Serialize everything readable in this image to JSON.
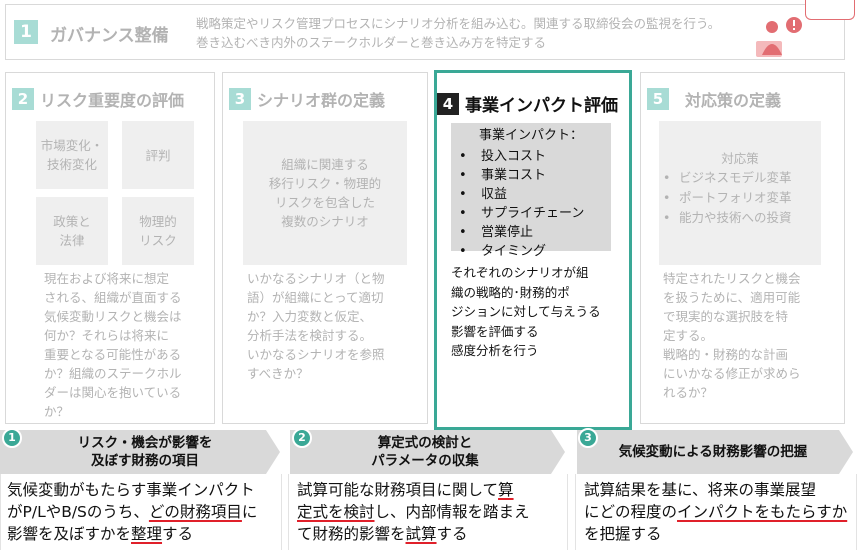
{
  "governance": {
    "number": "1",
    "title": "ガバナンス整備",
    "desc_line1": "戦略策定やリスク管理プロセスにシナリオ分析を組み込む。関連する取締役会の監視を行う。",
    "desc_line2": "巻き込むべき内外のステークホルダーと巻き込み方を特定する"
  },
  "steps": [
    {
      "number": "2",
      "title": "リスク重要度の評価",
      "cells": [
        "市場変化・\n技術変化",
        "評判",
        "政策と\n法律",
        "物理的\nリスク"
      ],
      "body": [
        "現在および将来に想定",
        "される、組織が直面する",
        "気候変動リスクと機会は",
        "何か？それらは将来に",
        "重要となる可能性がある",
        "か？組織のステークホル",
        "ダーは関心を抱いている",
        "か？"
      ]
    },
    {
      "number": "3",
      "title": "シナリオ群の定義",
      "box": [
        "組織に関連する",
        "移行リスク・物理的",
        "リスクを包含した",
        "複数のシナリオ"
      ],
      "body": [
        "いかなるシナリオ（と物",
        "語）が組織にとって適切",
        "か？入力変数と仮定、",
        "分析手法を検討する。",
        "いかなるシナリオを参照",
        "すべきか？"
      ]
    },
    {
      "number": "4",
      "title": "事業インパクト評価",
      "box_head": "事業インパクト：",
      "items": [
        "投入コスト",
        "事業コスト",
        "収益",
        "サプライチェーン",
        "営業停止",
        "タイミング"
      ],
      "body": [
        "それぞれのシナリオが組",
        "織の戦略的･財務的ポ",
        "ジションに対して与えうる",
        "影響を評価する",
        "感度分析を行う"
      ]
    },
    {
      "number": "5",
      "title": "対応策の定義",
      "box_head": "対応策",
      "items": [
        "ビジネスモデル変革",
        "ポートフォリオ変革",
        "能力や技術への投資"
      ],
      "body": [
        "特定されたリスクと機会",
        "を扱うために、適用可能",
        "で現実的な選択肢を特",
        "定する。",
        "戦略的・財務的な計画",
        "にいかなる修正が求めら",
        "れるか？"
      ]
    }
  ],
  "bottom": [
    {
      "number": "1",
      "label_line1": "リスク・機会が影響を",
      "label_line2": "及ぼす財務の項目",
      "t1": "気候変動がもたらす事業インパクト",
      "t2a": "がP/LやB/Sのうち、",
      "t2b": "どの財務項目",
      "t2c": "に",
      "t3a": "影響を及ぼすかを",
      "t3b": "整理",
      "t3c": "する"
    },
    {
      "number": "2",
      "label_line1": "算定式の検討と",
      "label_line2": "パラメータの収集",
      "t1a": "試算可能な財務項目に関して",
      "t1b": "算",
      "t2a": "定式を検討",
      "t2b": "し、内部情報を踏まえ",
      "t3a": "て財務的影響を",
      "t3b": "試算",
      "t3c": "する"
    },
    {
      "number": "3",
      "label_line1": "気候変動による財務影響の把握",
      "t1": "試算結果を基に、将来の事業展望",
      "t2a": "にどの程度の",
      "t2b": "インパクトをもたらすか",
      "t3": "を把握する"
    }
  ],
  "colors": {
    "accent": "#3aa896",
    "num_light": "#a8dcd5",
    "underline": "#e0202a",
    "muted": "#b3b3b3"
  }
}
